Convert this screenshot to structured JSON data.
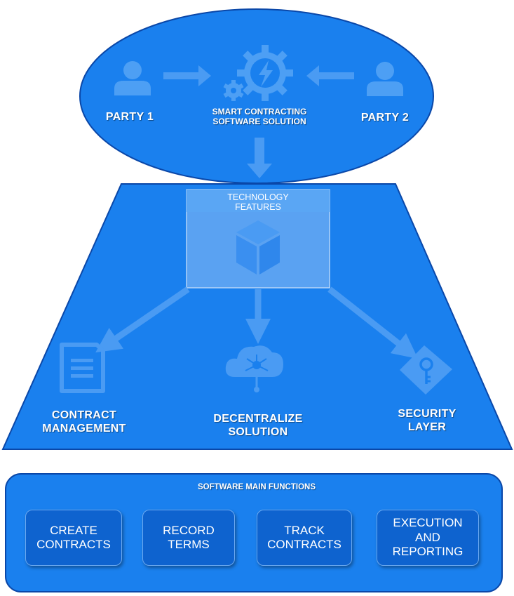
{
  "top": {
    "party1": "PARTY 1",
    "party2": "PARTY 2",
    "center_line1": "SMART CONTRACTING",
    "center_line2": "SOFTWARE SOLUTION"
  },
  "middle": {
    "tech_line1": "TECHNOLOGY",
    "tech_line2": "FEATURES",
    "contract_line1": "CONTRACT",
    "contract_line2": "MANAGEMENT",
    "decentral_line1": "DECENTRALIZE",
    "decentral_line2": "SOLUTION",
    "security_line1": "SECURITY",
    "security_line2": "LAYER"
  },
  "functions": {
    "title": "SOFTWARE MAIN FUNCTIONS",
    "items": [
      "CREATE\nCONTRACTS",
      "RECORD\nTERMS",
      "TRACK\nCONTRACTS",
      "EXECUTION\nAND\nREPORTING"
    ]
  },
  "colors": {
    "primary_blue": "#1a80ee",
    "dark_blue": "#0e63cf",
    "icon_light": "#3f96f2"
  }
}
